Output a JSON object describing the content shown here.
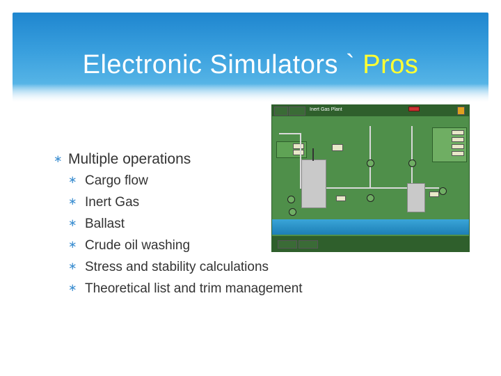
{
  "slide": {
    "title_main": "Electronic Simulators ` ",
    "title_accent": "Pros",
    "bullet_main": "Multiple operations",
    "sub_bullets": [
      "Cargo flow",
      "Inert Gas",
      "Ballast",
      "Crude oil washing",
      "Stress and stability calculations",
      "Theoretical list and trim management"
    ],
    "bullet_glyph": "∗"
  },
  "simulator": {
    "panel_title": "Inert Gas Plant"
  },
  "colors": {
    "title_accent": "#ffff33",
    "bullet_star": "#3d8fd1",
    "sim_background": "#4f8f4a"
  }
}
